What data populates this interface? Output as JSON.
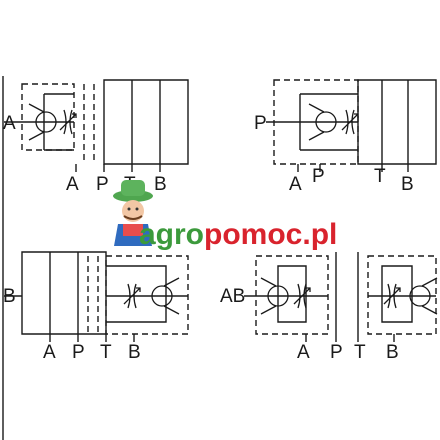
{
  "valves": [
    {
      "side_label": "A",
      "port_labels": [
        "A",
        "P",
        "T",
        "B"
      ]
    },
    {
      "side_label": "P",
      "port_labels": [
        "A",
        "P",
        "T",
        "B"
      ]
    },
    {
      "side_label": "B",
      "port_labels": [
        "A",
        "P",
        "T",
        "B"
      ]
    },
    {
      "side_label": "AB",
      "port_labels": [
        "A",
        "P",
        "T",
        "B"
      ]
    }
  ],
  "watermark": {
    "text_green": "agro",
    "text_red": "pomoc",
    "text_tld": ".pl",
    "color_green": "#3c9a3c",
    "color_red": "#d9232d"
  }
}
